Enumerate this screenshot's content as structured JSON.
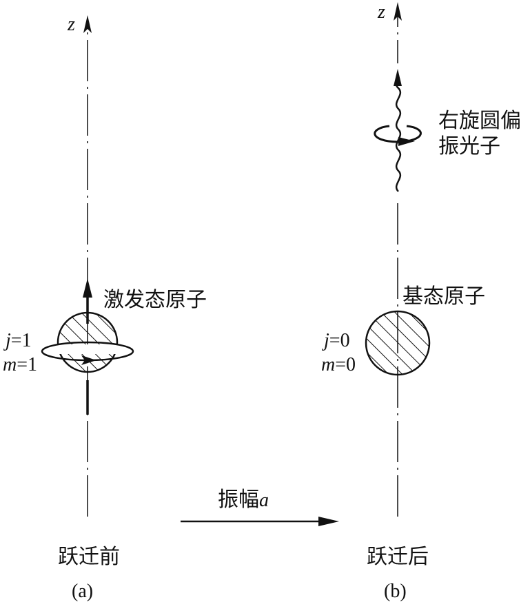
{
  "panel_a": {
    "axis_label": "z",
    "atom_label": "激发态原子",
    "j_label": "j",
    "j_value": "=1",
    "m_label": "m",
    "m_value": "=1",
    "caption": "跃迁前",
    "sub": "(a)"
  },
  "panel_b": {
    "axis_label": "z",
    "photon_label_line1": "右旋圆偏",
    "photon_label_line2": "振光子",
    "atom_label": "基态原子",
    "j_label": "j",
    "j_value": "=0",
    "m_label": "m",
    "m_value": "=0",
    "caption": "跃迁后",
    "sub": "(b)"
  },
  "transition": {
    "label": "振幅",
    "label_var": "a"
  },
  "colors": {
    "ink": "#111111",
    "background": "#ffffff"
  }
}
